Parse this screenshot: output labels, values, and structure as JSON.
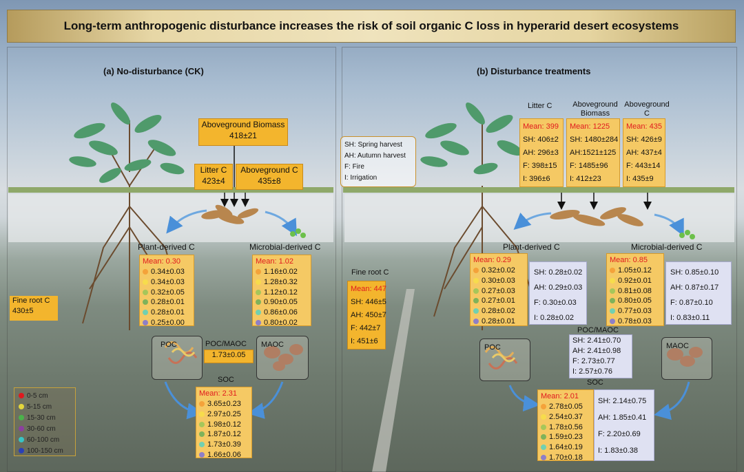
{
  "title": "Long-term anthropogenic disturbance  increases the risk of soil organic C loss in hyperarid desert ecosystems",
  "colors": {
    "yellow": "#f3b52d",
    "lavender": "#dfe1f2",
    "red": "#e0191e",
    "green": "#3c7d5a"
  },
  "legend": [
    {
      "label": "0-5 cm",
      "color": "#e0191e"
    },
    {
      "label": "5-15 cm",
      "color": "#e3d63c"
    },
    {
      "label": "15-30 cm",
      "color": "#4bb24b"
    },
    {
      "label": "30-60 cm",
      "color": "#8c3fa0"
    },
    {
      "label": "60-100 cm",
      "color": "#38c4c4"
    },
    {
      "label": "100-150 cm",
      "color": "#2a3fb8"
    }
  ],
  "depth_dot_colors": [
    "#f4a23a",
    "#f7dc4c",
    "#a6c65a",
    "#7fb25a",
    "#72d0b0",
    "#8e7fc6"
  ],
  "ck": {
    "heading": "(a) No-disturbance (CK)",
    "aboveground_biomass": {
      "label": "Aboveground Biomass",
      "value": "418±21"
    },
    "litter_c": {
      "label": "Litter C",
      "value": "423±4"
    },
    "aboveground_c": {
      "label": "Aboveground C",
      "value": "435±8"
    },
    "fine_root": {
      "label": "Fine root C",
      "value": "430±5"
    },
    "plant_label": "Plant-derived C",
    "plant": {
      "mean": "Mean: 0.30",
      "values": [
        "0.34±0.03",
        "0.34±0.03",
        "0.32±0.05",
        "0.28±0.01",
        "0.28±0.01",
        "0.25±0.00"
      ]
    },
    "microbial_label": "Microbial-derived C",
    "microbial": {
      "mean": "Mean: 1.02",
      "values": [
        "1.16±0.02",
        "1.28±0.32",
        "1.12±0.12",
        "0.90±0.05",
        "0.86±0.06",
        "0.80±0.02"
      ]
    },
    "poc_label": "POC",
    "maoc_label": "MAOC",
    "ratio": {
      "label": "POC/MAOC",
      "value": "1.73±0.05"
    },
    "soc_label": "SOC",
    "soc": {
      "mean": "Mean: 2.31",
      "values": [
        "3.65±0.23",
        "2.97±0.25",
        "1.98±0.12",
        "1.87±0.12",
        "1.73±0.39",
        "1.66±0.06"
      ]
    }
  },
  "dist": {
    "heading": "(b) Disturbance treatments",
    "key": [
      "SH: Spring harvest",
      "AH: Autumn harvest",
      "F: Fire",
      "I: Irrigation"
    ],
    "litter": {
      "label": "Litter C",
      "mean": "Mean: 399",
      "rows": [
        "SH: 406±2",
        "AH: 296±3",
        "F:  398±15",
        "I:   396±6"
      ]
    },
    "biomass": {
      "label1": "Aboveground",
      "label2": "Biomass",
      "mean": "Mean: 1225",
      "rows": [
        "SH: 1480±284",
        "AH:1521±125",
        "F: 1485±96",
        "I:   412±23"
      ]
    },
    "agc": {
      "label1": "Aboveground",
      "label2": "C",
      "mean": "Mean: 435",
      "rows": [
        "SH: 426±9",
        "AH: 437±4",
        "F:  443±14",
        "I:   435±9"
      ]
    },
    "fine_root": {
      "label": "Fine root C",
      "mean": "Mean: 447",
      "rows": [
        "SH: 446±5",
        "AH: 450±7",
        "F:  442±7",
        "I:  451±6"
      ]
    },
    "plant_label": "Plant-derived C",
    "plant": {
      "mean": "Mean: 0.29",
      "values": [
        "0.32±0.02",
        "0.30±0.03",
        "0.27±0.03",
        "0.27±0.01",
        "0.28±0.02",
        "0.28±0.01"
      ],
      "treat": [
        "SH:  0.28±0.02",
        "AH:  0.29±0.03",
        "F:   0.30±0.03",
        "I:    0.28±0.02"
      ]
    },
    "microbial_label": "Microbial-derived C",
    "microbial": {
      "mean": "Mean: 0.85",
      "values": [
        "1.05±0.12",
        "0.92±0.01",
        "0.81±0.08",
        "0.80±0.05",
        "0.77±0.03",
        "0.78±0.03"
      ],
      "treat": [
        "SH:  0.85±0.10",
        "AH:  0.87±0.17",
        "F:   0.87±0.10",
        "I:    0.83±0.11"
      ]
    },
    "poc_label": "POC",
    "maoc_label": "MAOC",
    "ratio": {
      "label": "POC/MAOC",
      "rows": [
        "SH: 2.41±0.70",
        "AH: 2.41±0.98",
        "F:  2.73±0.77",
        "I:   2.57±0.76"
      ]
    },
    "soc_label": "SOC",
    "soc": {
      "mean": "Mean: 2.01",
      "values": [
        "2.78±0.05",
        "2.54±0.37",
        "1.78±0.56",
        "1.59±0.23",
        "1.64±0.19",
        "1.70±0.18"
      ],
      "treat": [
        "SH: 2.14±0.75",
        "AH: 1.85±0.41",
        "F:  2.20±0.69",
        "I:   1.83±0.38"
      ]
    }
  }
}
